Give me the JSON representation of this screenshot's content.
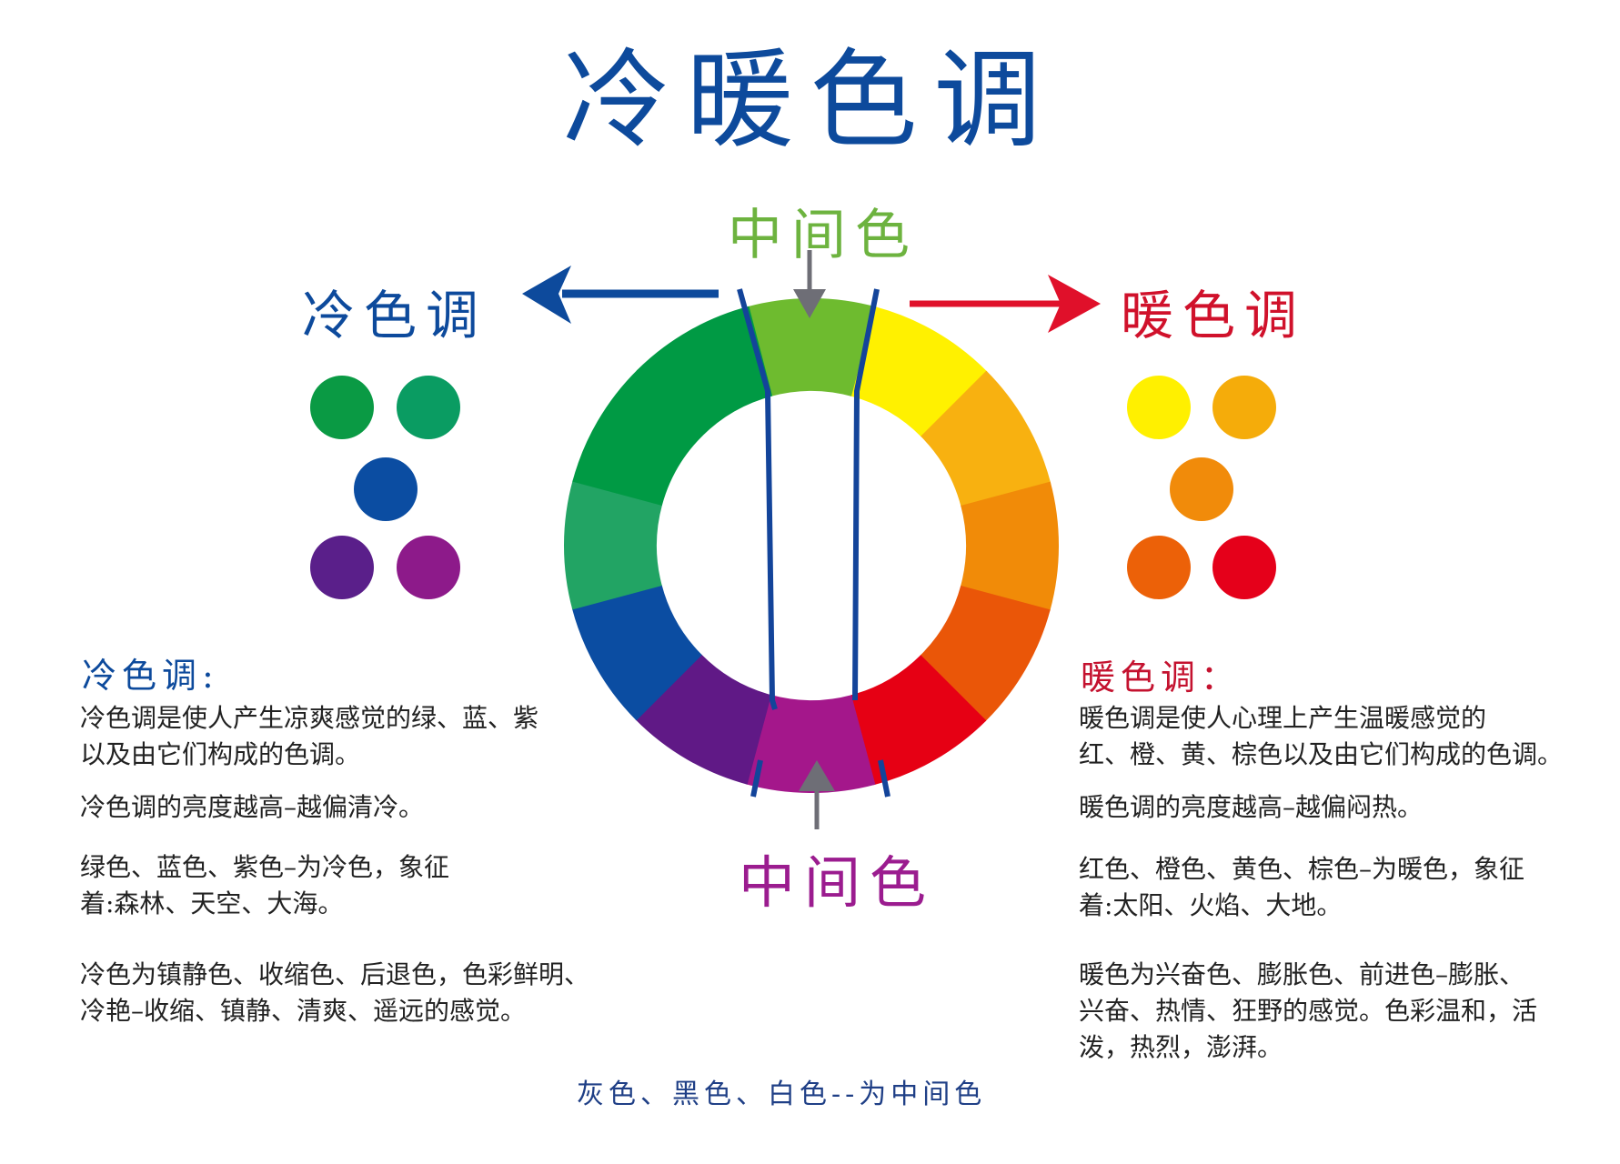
{
  "title": "冷暖色调",
  "labels": {
    "middle_top": "中间色",
    "middle_bottom": "中间色",
    "cold": "冷色调",
    "warm": "暖色调"
  },
  "colors": {
    "title": "#0d4a9c",
    "cold_accent": "#0d4a9c",
    "warm_accent": "#d0112b",
    "middle_top": "#6db33f",
    "middle_bottom": "#9b1c8f",
    "divider_lines": "#13449a",
    "pointer_arrows": "#6e6e76"
  },
  "color_wheel": {
    "segments": [
      {
        "name": "yellow-green",
        "color": "#6ebb2f"
      },
      {
        "name": "yellow",
        "color": "#fff100"
      },
      {
        "name": "yellow-orange",
        "color": "#f8b110"
      },
      {
        "name": "orange",
        "color": "#f18b08"
      },
      {
        "name": "red-orange",
        "color": "#ea5608"
      },
      {
        "name": "red",
        "color": "#e60014"
      },
      {
        "name": "red-purple",
        "color": "#a4178b"
      },
      {
        "name": "purple",
        "color": "#601986"
      },
      {
        "name": "blue",
        "color": "#0b4da2"
      },
      {
        "name": "blue-green",
        "color": "#22a464"
      },
      {
        "name": "green",
        "color": "#009a44"
      },
      {
        "name": "green-2",
        "color": "#009a44"
      }
    ]
  },
  "cold_swatches": [
    "#0a9a44",
    "#0a9c62",
    "#0b4da2",
    "#5a1f8a",
    "#8d1a8a"
  ],
  "warm_swatches": [
    "#fff000",
    "#f5ac0a",
    "#f18b0a",
    "#ec6108",
    "#e5001a"
  ],
  "cold_section": {
    "heading": "冷色调:",
    "paragraphs": [
      "冷色调是使人产生凉爽感觉的绿、蓝、紫\n以及由它们构成的色调。",
      "冷色调的亮度越高–越偏清冷。",
      "绿色、蓝色、紫色–为冷色，象征\n着:森林、天空、大海。",
      "冷色为镇静色、收缩色、后退色，色彩鲜明、\n冷艳–收缩、镇静、清爽、遥远的感觉。"
    ]
  },
  "warm_section": {
    "heading": "暖色调：",
    "paragraphs": [
      "暖色调是使人心理上产生温暖感觉的\n红、橙、黄、棕色以及由它们构成的色调。",
      "暖色调的亮度越高–越偏闷热。",
      "红色、橙色、黄色、棕色–为暖色，象征\n着:太阳、火焰、大地。",
      "暖色为兴奋色、膨胀色、前进色–膨胀、\n兴奋、热情、狂野的感觉。色彩温和，活\n泼，热烈，澎湃。"
    ]
  },
  "footer": "灰色、黑色、白色--为中间色"
}
